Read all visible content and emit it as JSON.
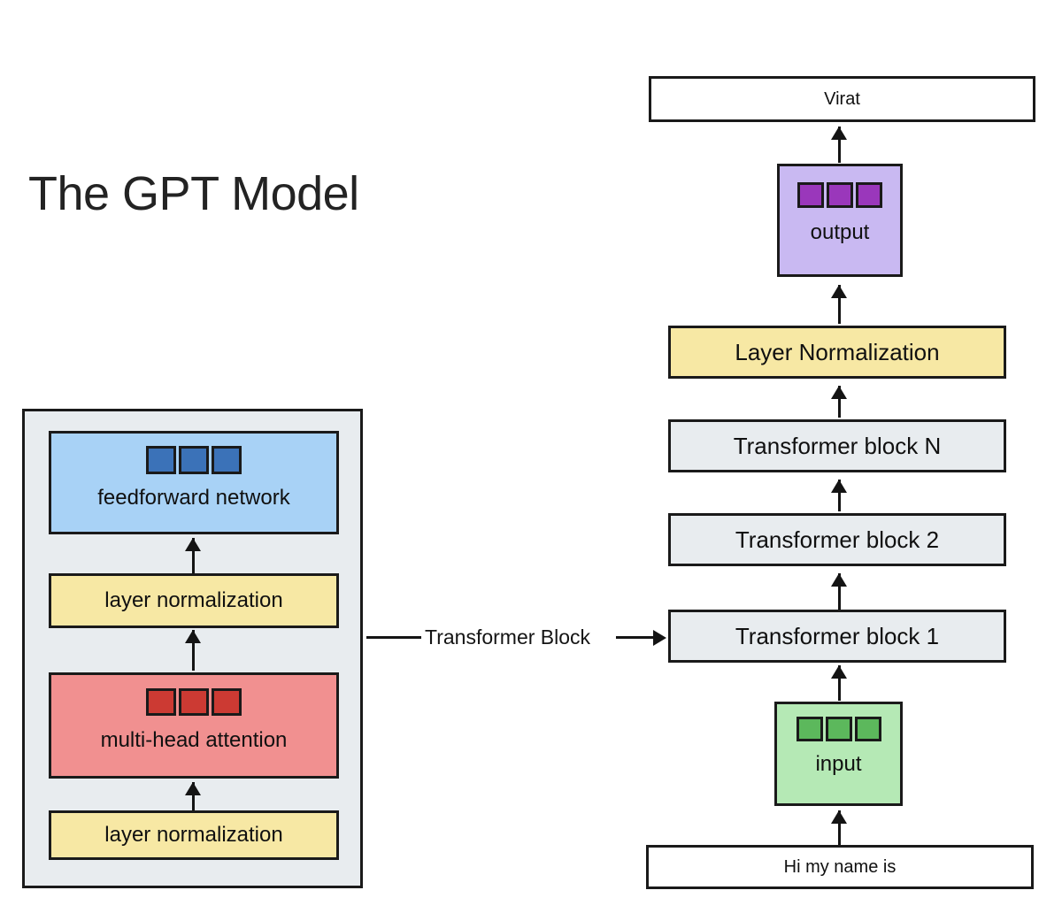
{
  "page": {
    "title": "The GPT Model",
    "background_color": "#ffffff"
  },
  "colors": {
    "panel_fill": "#e8ecef",
    "transformer_block_fill": "#e8ecef",
    "layernorm_fill": "#f7e8a4",
    "feedforward_fill": "#a8d2f6",
    "feedforward_cell": "#3b72b8",
    "attention_fill": "#f19090",
    "attention_cell": "#cc3a33",
    "input_fill": "#b5e9b5",
    "input_cell": "#5cb85c",
    "output_fill": "#c9b9f2",
    "output_cell": "#9a37bb",
    "stroke": "#1a1a1a",
    "text": "#101010"
  },
  "transformer_block_detail": {
    "panel_label": "Transformer Block",
    "layers": [
      {
        "id": "feedforward",
        "label": "feedforward network",
        "cells": 3,
        "fill": "#a8d2f6",
        "cell_fill": "#3b72b8"
      },
      {
        "id": "layernorm-2",
        "label": "layer normalization",
        "cells": 0,
        "fill": "#f7e8a4"
      },
      {
        "id": "attention",
        "label": "multi-head attention",
        "cells": 3,
        "fill": "#f19090",
        "cell_fill": "#cc3a33"
      },
      {
        "id": "layernorm-1",
        "label": "layer normalization",
        "cells": 0,
        "fill": "#f7e8a4"
      }
    ]
  },
  "model_stack": {
    "output_text": "Virat",
    "output_block": {
      "label": "output",
      "cells": 3
    },
    "final_layernorm": "Layer Normalization",
    "blocks": [
      "Transformer block N",
      "Transformer block 2",
      "Transformer block 1"
    ],
    "input_block": {
      "label": "input",
      "cells": 3
    },
    "input_text": "Hi my name is"
  },
  "connector": {
    "label": "Transformer Block",
    "direction": "left-to-right"
  },
  "diagram_meta": {
    "arrow_up_icon": "arrow-up-icon",
    "arrow_right_icon": "arrow-right-icon"
  }
}
